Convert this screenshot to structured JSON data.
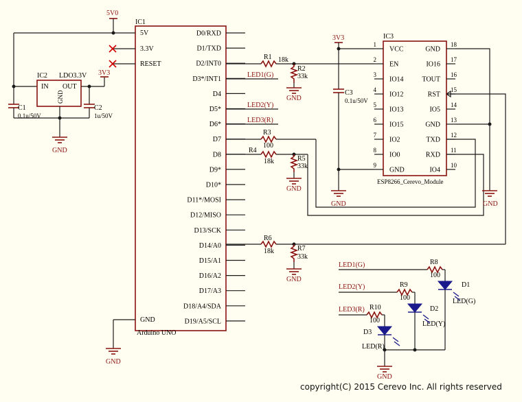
{
  "power": {
    "v5": "5V0",
    "v33a": "3V3",
    "v33b": "3V3",
    "gnd": "GND"
  },
  "ic1": {
    "ref": "IC1",
    "name": "Arduino UNO",
    "left_pins": [
      "5V",
      "3.3V",
      "RESET",
      "GND"
    ],
    "right_pins": [
      "D0/RXD",
      "D1/TXD",
      "D2/INT0",
      "D3*/INT1",
      "D4",
      "D5*",
      "D6*",
      "D7",
      "D8",
      "D9*",
      "D10*",
      "D11*/MOSI",
      "D12/MISO",
      "D13/SCK",
      "D14/A0",
      "D15/A1",
      "D16/A2",
      "D17/A3",
      "D18/A4/SDA",
      "D19/A5/SCL"
    ]
  },
  "ic2": {
    "ref": "IC2",
    "name": "LDO3.3V",
    "in": "IN",
    "out": "OUT",
    "gnd": "GND"
  },
  "ic3": {
    "ref": "IC3",
    "name": "ESP8266_Cerevo_Module",
    "left": [
      [
        "1",
        "VCC"
      ],
      [
        "2",
        "EN"
      ],
      [
        "3",
        "IO14"
      ],
      [
        "4",
        "IO12"
      ],
      [
        "5",
        "IO13"
      ],
      [
        "6",
        "IO15"
      ],
      [
        "7",
        "IO2"
      ],
      [
        "8",
        "IO0"
      ],
      [
        "9",
        "GND"
      ]
    ],
    "right": [
      [
        "18",
        "GND"
      ],
      [
        "17",
        "IO16"
      ],
      [
        "16",
        "TOUT"
      ],
      [
        "15",
        "RST"
      ],
      [
        "14",
        "IO5"
      ],
      [
        "13",
        "GND"
      ],
      [
        "12",
        "TXD"
      ],
      [
        "11",
        "RXD"
      ],
      [
        "10",
        "IO4"
      ]
    ]
  },
  "caps": {
    "c1": {
      "ref": "C1",
      "val": "0.1u/50V"
    },
    "c2": {
      "ref": "C2",
      "val": "1u/50V"
    },
    "c3": {
      "ref": "C3",
      "val": "0.1u/50V"
    }
  },
  "resistors": {
    "r1": {
      "ref": "R1",
      "val": "18k"
    },
    "r2": {
      "ref": "R2",
      "val": "33k"
    },
    "r3": {
      "ref": "R3",
      "val": "100"
    },
    "r4": {
      "ref": "R4",
      "val": "18k"
    },
    "r5": {
      "ref": "R5",
      "val": "33k"
    },
    "r6": {
      "ref": "R6",
      "val": "18k"
    },
    "r7": {
      "ref": "R7",
      "val": "33k"
    },
    "r8": {
      "ref": "R8",
      "val": "100"
    },
    "r9": {
      "ref": "R9",
      "val": "100"
    },
    "r10": {
      "ref": "R10",
      "val": "100"
    }
  },
  "nets": {
    "led1": "LED1(G)",
    "led2": "LED2(Y)",
    "led3": "LED3(R)"
  },
  "leds": {
    "d1": {
      "ref": "D1",
      "val": "LED(G)"
    },
    "d2": {
      "ref": "D2",
      "val": "LED(Y)"
    },
    "d3": {
      "ref": "D3",
      "val": "LED(R)"
    }
  },
  "copyright": "copyright(C) 2015 Cerevo Inc. All rights reserved"
}
